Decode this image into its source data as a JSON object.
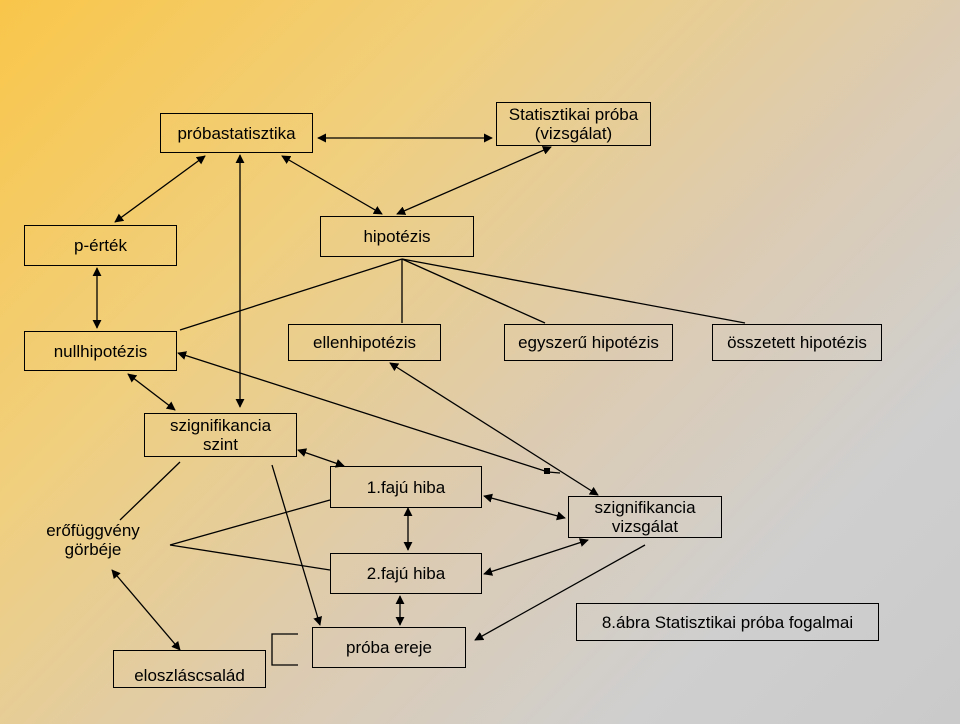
{
  "nodes": {
    "probastatisztika": "próbastatisztika",
    "statisztikai_proba": "Statisztikai próba\n(vizsgálat)",
    "p_ertek": "p-érték",
    "hipotezis": "hipotézis",
    "nullhipotezis": "nullhipotézis",
    "ellenhipotezis": "ellenhipotézis",
    "egyszeru_hipotezis": "egyszerű hipotézis",
    "osszetett_hipotezis": "összetett hipotézis",
    "szignifikancia_szint": "szignifikancia\nszint",
    "erofuggveny_gorbeje": "erőfüggvény\ngörbéje",
    "elso_faju_hiba": "1.fajú hiba",
    "masodik_faju_hiba": "2.fajú hiba",
    "szignifikancia_vizsgalat": "szignifikancia\nvizsgálat",
    "eloszlascsalad": "eloszláscsalád",
    "proba_ereje": "próba ereje",
    "caption": "8.ábra Statisztikai próba fogalmai"
  },
  "colors": {
    "background_start": "#f9c64a",
    "background_end": "#cacaca",
    "line": "#000000"
  }
}
